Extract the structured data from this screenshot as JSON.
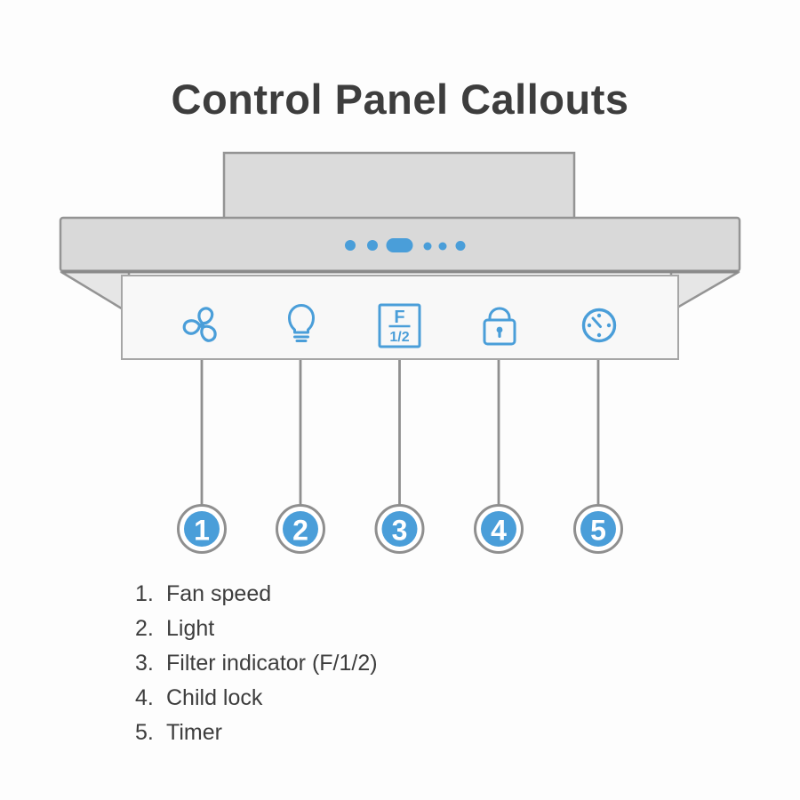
{
  "title": "Control Panel Callouts",
  "colors": {
    "accent_blue": "#4a9ed9",
    "steel_fill": "#d9d9d9",
    "steel_fill_light": "#e6e6e6",
    "steel_stroke": "#949494",
    "callout_gray": "#8f8f8f",
    "panel_fill": "#f8f8f8",
    "panel_stroke": "#a6a6a6",
    "text_dark": "#3d3d3d"
  },
  "hood": {
    "indicator_lights_icon": "power-indicator-dots"
  },
  "panel": {
    "icons": [
      {
        "name": "fan-icon"
      },
      {
        "name": "light-bulb-icon"
      },
      {
        "name": "filter-indicator-icon",
        "text_top": "F",
        "text_bottom": "1/2"
      },
      {
        "name": "child-lock-icon"
      },
      {
        "name": "timer-clock-icon"
      }
    ]
  },
  "callouts": [
    "1",
    "2",
    "3",
    "4",
    "5"
  ],
  "legend": {
    "items": [
      {
        "number": "1.",
        "label": "Fan speed"
      },
      {
        "number": "2.",
        "label": "Light"
      },
      {
        "number": "3.",
        "label": "Filter indicator (F/1/2)"
      },
      {
        "number": "4.",
        "label": "Child lock"
      },
      {
        "number": "5.",
        "label": "Timer"
      }
    ]
  }
}
